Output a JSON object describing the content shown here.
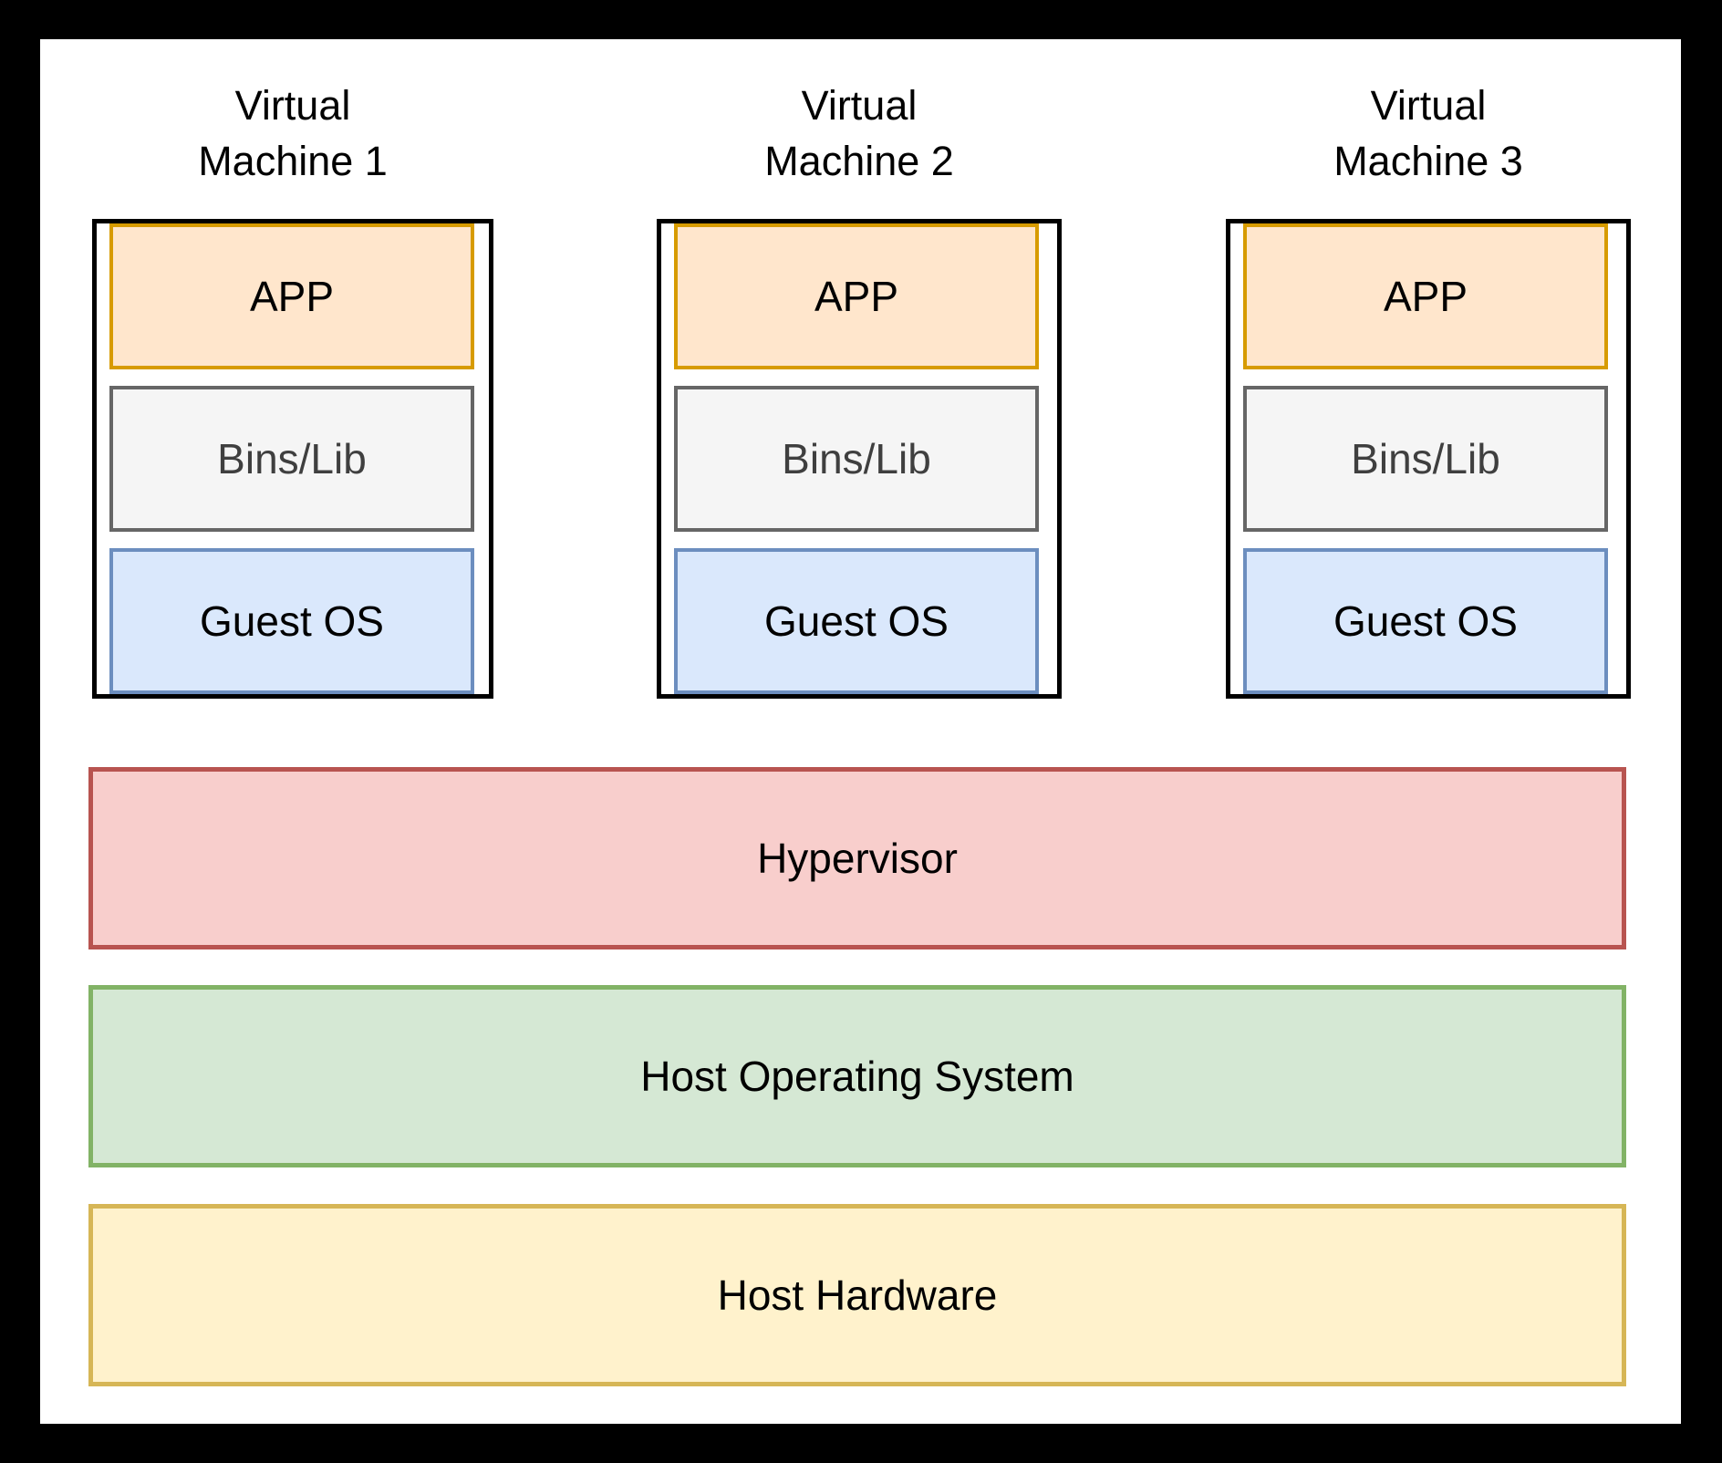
{
  "diagram": {
    "vms": [
      {
        "title_line1": "Virtual",
        "title_line2": "Machine 1",
        "app_label": "APP",
        "bins_label": "Bins/Lib",
        "guest_label": "Guest OS"
      },
      {
        "title_line1": "Virtual",
        "title_line2": "Machine 2",
        "app_label": "APP",
        "bins_label": "Bins/Lib",
        "guest_label": "Guest OS"
      },
      {
        "title_line1": "Virtual",
        "title_line2": "Machine 3",
        "app_label": "APP",
        "bins_label": "Bins/Lib",
        "guest_label": "Guest OS"
      }
    ],
    "stack": [
      {
        "label": "Hypervisor",
        "fill": "#f8cecc",
        "stroke": "#b85450"
      },
      {
        "label": "Host Operating System",
        "fill": "#d5e8d4",
        "stroke": "#82b366"
      },
      {
        "label": "Host Hardware",
        "fill": "#fff2cc",
        "stroke": "#d6b656"
      }
    ],
    "colors": {
      "app_fill": "#ffe6cc",
      "app_stroke": "#d79b00",
      "bins_fill": "#f5f5f5",
      "bins_stroke": "#666666",
      "bins_text": "#3f3f3f",
      "guest_fill": "#dae8fc",
      "guest_stroke": "#6c8ebf",
      "vm_frame_stroke": "#000000",
      "label_text": "#000000",
      "page_background": "#ffffff",
      "outer_border": "#000000"
    }
  }
}
